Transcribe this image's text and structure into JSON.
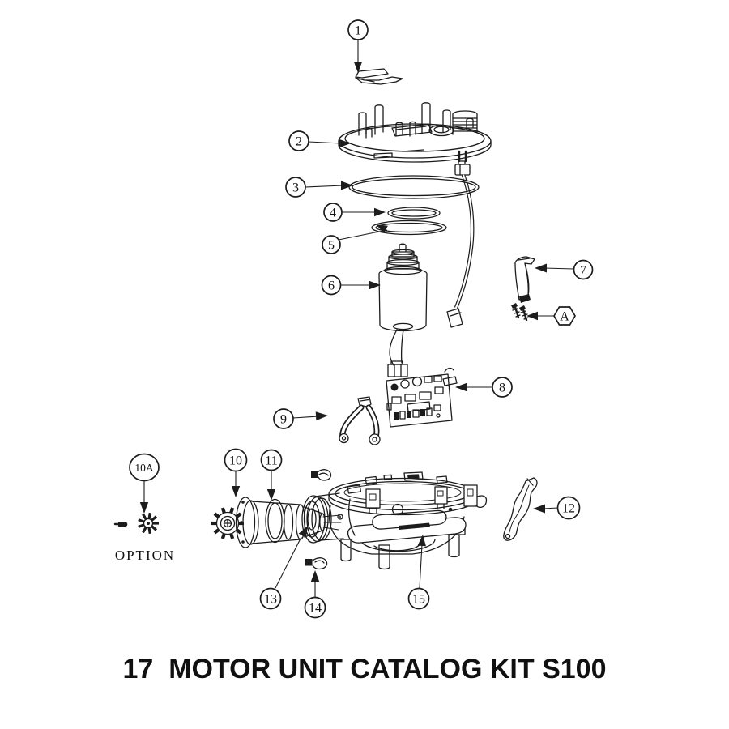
{
  "title": "17  MOTOR UNIT CATALOG KIT S100",
  "labels": {
    "c1": "1",
    "c2": "2",
    "c3": "3",
    "c4": "4",
    "c5": "5",
    "c6": "6",
    "c7": "7",
    "c8": "8",
    "c9": "9",
    "c10": "10",
    "c10a": "10A",
    "c11": "11",
    "c12": "12",
    "c13": "13",
    "c14": "14",
    "c15": "15",
    "ca": "A",
    "option": "OPTION"
  }
}
